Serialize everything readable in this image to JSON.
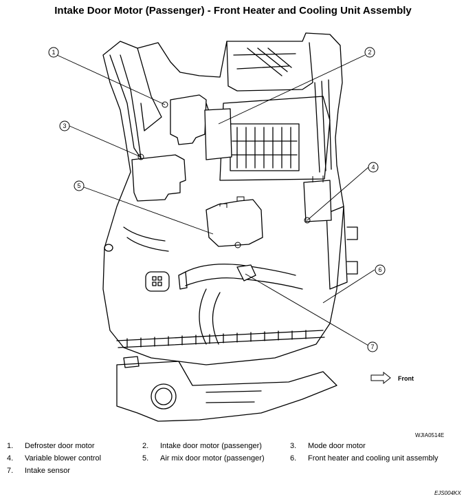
{
  "title": "Intake Door Motor (Passenger) - Front Heater and Cooling Unit Assembly",
  "callouts": [
    "1",
    "2",
    "3",
    "4",
    "5",
    "6",
    "7"
  ],
  "front_label": "Front",
  "figure_code": "WJIA0514E",
  "page_code": "EJS004KX",
  "legend": [
    {
      "num": "1.",
      "text": "Defroster door motor"
    },
    {
      "num": "2.",
      "text": "Intake door motor (passenger)"
    },
    {
      "num": "3.",
      "text": "Mode door motor"
    },
    {
      "num": "4.",
      "text": "Variable blower control"
    },
    {
      "num": "5.",
      "text": "Air mix door motor (passenger)"
    },
    {
      "num": "6.",
      "text": "Front heater and cooling unit assembly"
    },
    {
      "num": "7.",
      "text": "Intake sensor"
    }
  ]
}
